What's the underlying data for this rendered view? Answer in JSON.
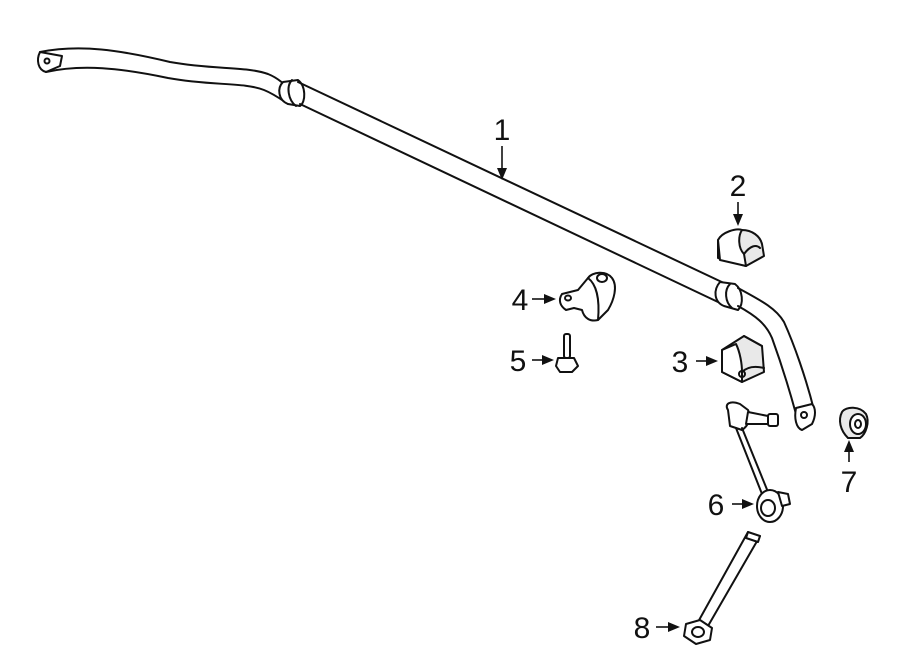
{
  "callouts": [
    {
      "label": "1",
      "part": "stabilizer-bar"
    },
    {
      "label": "2",
      "part": "bar-bushing"
    },
    {
      "label": "3",
      "part": "insulator-block"
    },
    {
      "label": "4",
      "part": "bushing-bracket"
    },
    {
      "label": "5",
      "part": "bracket-bolt"
    },
    {
      "label": "6",
      "part": "stabilizer-link"
    },
    {
      "label": "7",
      "part": "link-bushing"
    },
    {
      "label": "8",
      "part": "link-bolt"
    }
  ],
  "colors": {
    "line": "#111111",
    "background": "#ffffff",
    "shading": "#e9e9e9"
  }
}
